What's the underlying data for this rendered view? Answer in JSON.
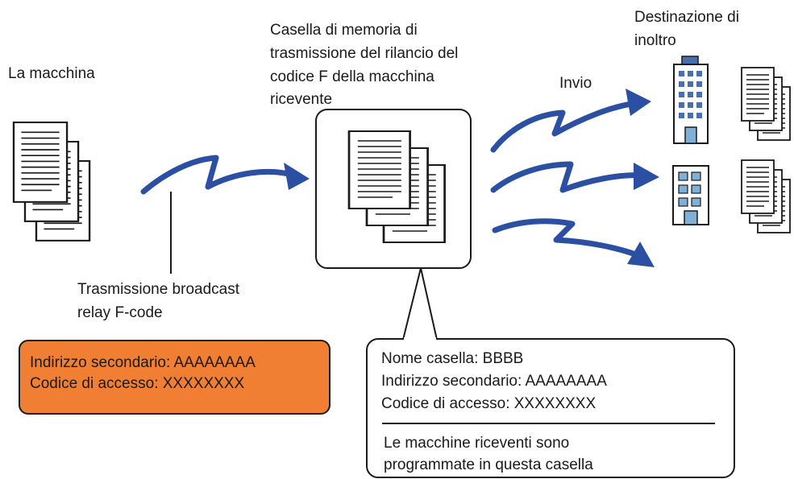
{
  "labels": {
    "machine": "La macchina",
    "mailbox_title": [
      "Casella di memoria di",
      "trasmissione del rilancio del",
      "codice F della macchina",
      "ricevente"
    ],
    "destination": [
      "Destinazione di",
      "inoltro"
    ],
    "send": "Invio",
    "broadcast": [
      "Trasmissione broadcast",
      "relay F-code"
    ]
  },
  "sender_box": {
    "sub_address": "Indirizzo secondario: AAAAAAAA",
    "passcode": "Codice di accesso: XXXXXXXX"
  },
  "mailbox_callout": {
    "box_name": "Nome casella: BBBB",
    "sub_address": "Indirizzo secondario: AAAAAAAA",
    "passcode": "Codice di accesso: XXXXXXXX",
    "note": [
      "Le macchine riceventi sono",
      "programmate in questa casella"
    ]
  },
  "colors": {
    "arrow": "#2a4fa3",
    "orange": "#f07f33",
    "building_blue": "#4a6fb0",
    "window_blue": "#7fb0d8"
  }
}
